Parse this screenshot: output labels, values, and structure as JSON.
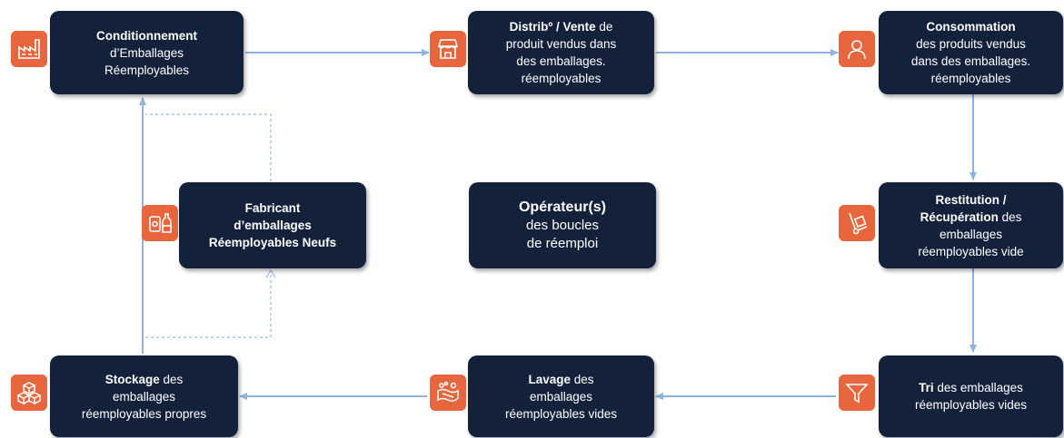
{
  "nodes": {
    "conditionnement": {
      "bold": "Conditionnement",
      "rest": [
        "d’Emballages",
        "Réemployables"
      ]
    },
    "distribution": {
      "bold": "Distribº / Vente",
      "after": " de",
      "rest": [
        "produit vendus dans",
        "des emballages.",
        "réemployables"
      ]
    },
    "consommation": {
      "bold": "Consommation",
      "rest": [
        "des produits vendus",
        "dans des emballages.",
        "réemployables"
      ]
    },
    "fabricant": {
      "lines": [
        "Fabricant",
        "d’emballages",
        "Réemployables Neufs"
      ]
    },
    "operateur": {
      "title": "Opérateur(s)",
      "rest": [
        "des boucles",
        "de réemploi"
      ]
    },
    "restitution": {
      "bold1": "Restitution /",
      "bold2": "Récupération",
      "after2": " des",
      "rest": [
        "emballages",
        "réemployables vide"
      ]
    },
    "stockage": {
      "bold": "Stockage",
      "after": " des",
      "rest": [
        "emballages",
        "réemployables propres"
      ]
    },
    "lavage": {
      "bold": "Lavage",
      "after": " des",
      "rest": [
        "emballages",
        "réemployables vides"
      ]
    },
    "tri": {
      "bold": "Tri",
      "after": " des emballages",
      "rest": [
        "réemployables vides"
      ]
    }
  },
  "icons": {
    "conditionnement": "factory-icon",
    "distribution": "shop-icon",
    "consommation": "person-icon",
    "fabricant": "packaging-bottle-icon",
    "restitution": "hand-truck-icon",
    "stockage": "boxes-icon",
    "lavage": "washing-icon",
    "tri": "funnel-icon"
  },
  "colors": {
    "box": "#13213a",
    "icon": "#e8663d",
    "arrow": "#8fb3df",
    "dashed": "#a9c4e6"
  }
}
